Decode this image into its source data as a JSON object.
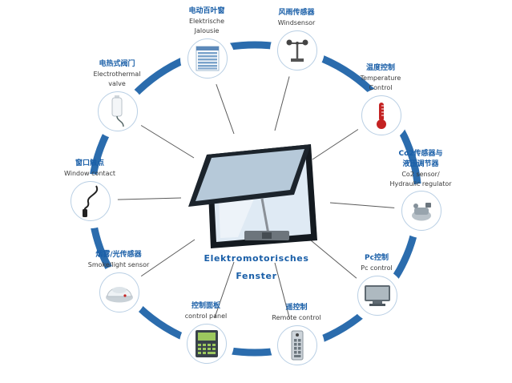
{
  "colors": {
    "ring_accent": "#2b6cad",
    "label_zh": "#1a5fa8",
    "label_en": "#3a3a3a",
    "thermometer_red": "#c42222",
    "panel_green": "#9cc85e"
  },
  "center": {
    "line1": "Elektromotorisches",
    "line2": "Fenster",
    "icon": "awning-window-graphic"
  },
  "nodes": [
    {
      "id": "jalousie",
      "icon": "blinds-icon",
      "zh": "电动百叶窗",
      "en1": "Elektrische",
      "en2": "Jalousie"
    },
    {
      "id": "windsensor",
      "icon": "wind-sensor-icon",
      "zh": "风雨传感器",
      "en1": "Windsensor"
    },
    {
      "id": "temperature",
      "icon": "thermometer-icon",
      "zh": "温度控制",
      "en1": "Temperature",
      "en2": "Control"
    },
    {
      "id": "co2",
      "icon": "regulator-icon",
      "zh": "Co2传感器与",
      "zh2": "液压调节器",
      "en1": "Co2 sensor/",
      "en2": "Hydraulic regulator"
    },
    {
      "id": "pc",
      "icon": "monitor-icon",
      "zh": "Pc控制",
      "en1": "Pc control"
    },
    {
      "id": "remote",
      "icon": "remote-icon",
      "zh": "遥控制",
      "en1": "Remote control"
    },
    {
      "id": "panel",
      "icon": "control-panel-icon",
      "zh": "控制面板",
      "en1": "control panel"
    },
    {
      "id": "smoke",
      "icon": "smoke-detector-icon",
      "zh": "烟雾/光传感器",
      "en1": "Smoke/light sensor"
    },
    {
      "id": "contact",
      "icon": "window-contact-icon",
      "zh": "窗口触点",
      "en1": "Window contact"
    },
    {
      "id": "valve",
      "icon": "valve-icon",
      "zh": "电热式阀门",
      "en1": "Electrothermal",
      "en2": "valve"
    }
  ]
}
